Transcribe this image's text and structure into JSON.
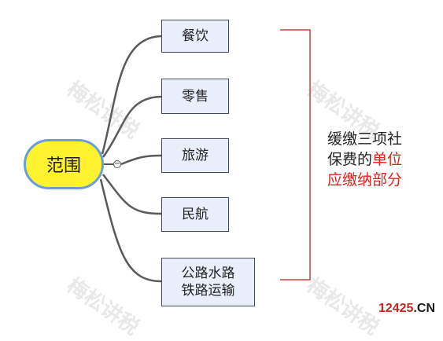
{
  "root": {
    "label": "范围"
  },
  "branches": [
    {
      "label": "餐饮"
    },
    {
      "label": "零售"
    },
    {
      "label": "旅游"
    },
    {
      "label": "民航"
    },
    {
      "line1": "公路水路",
      "line2": "铁路运输"
    }
  ],
  "summary": {
    "line1": "缓缴三项社",
    "line2_plain": "保费的",
    "line2_red": "单位",
    "line3": "应缴纳部分"
  },
  "watermark": {
    "text": "梅松讲税"
  },
  "footer": {
    "text": "12425",
    "suffix": ".CN"
  },
  "colors": {
    "root_fill": "#fff22e",
    "root_border": "#6a9ed8",
    "branch_fill": "#e9effa",
    "bracket": "#c9413c",
    "highlight": "#e0231c"
  }
}
